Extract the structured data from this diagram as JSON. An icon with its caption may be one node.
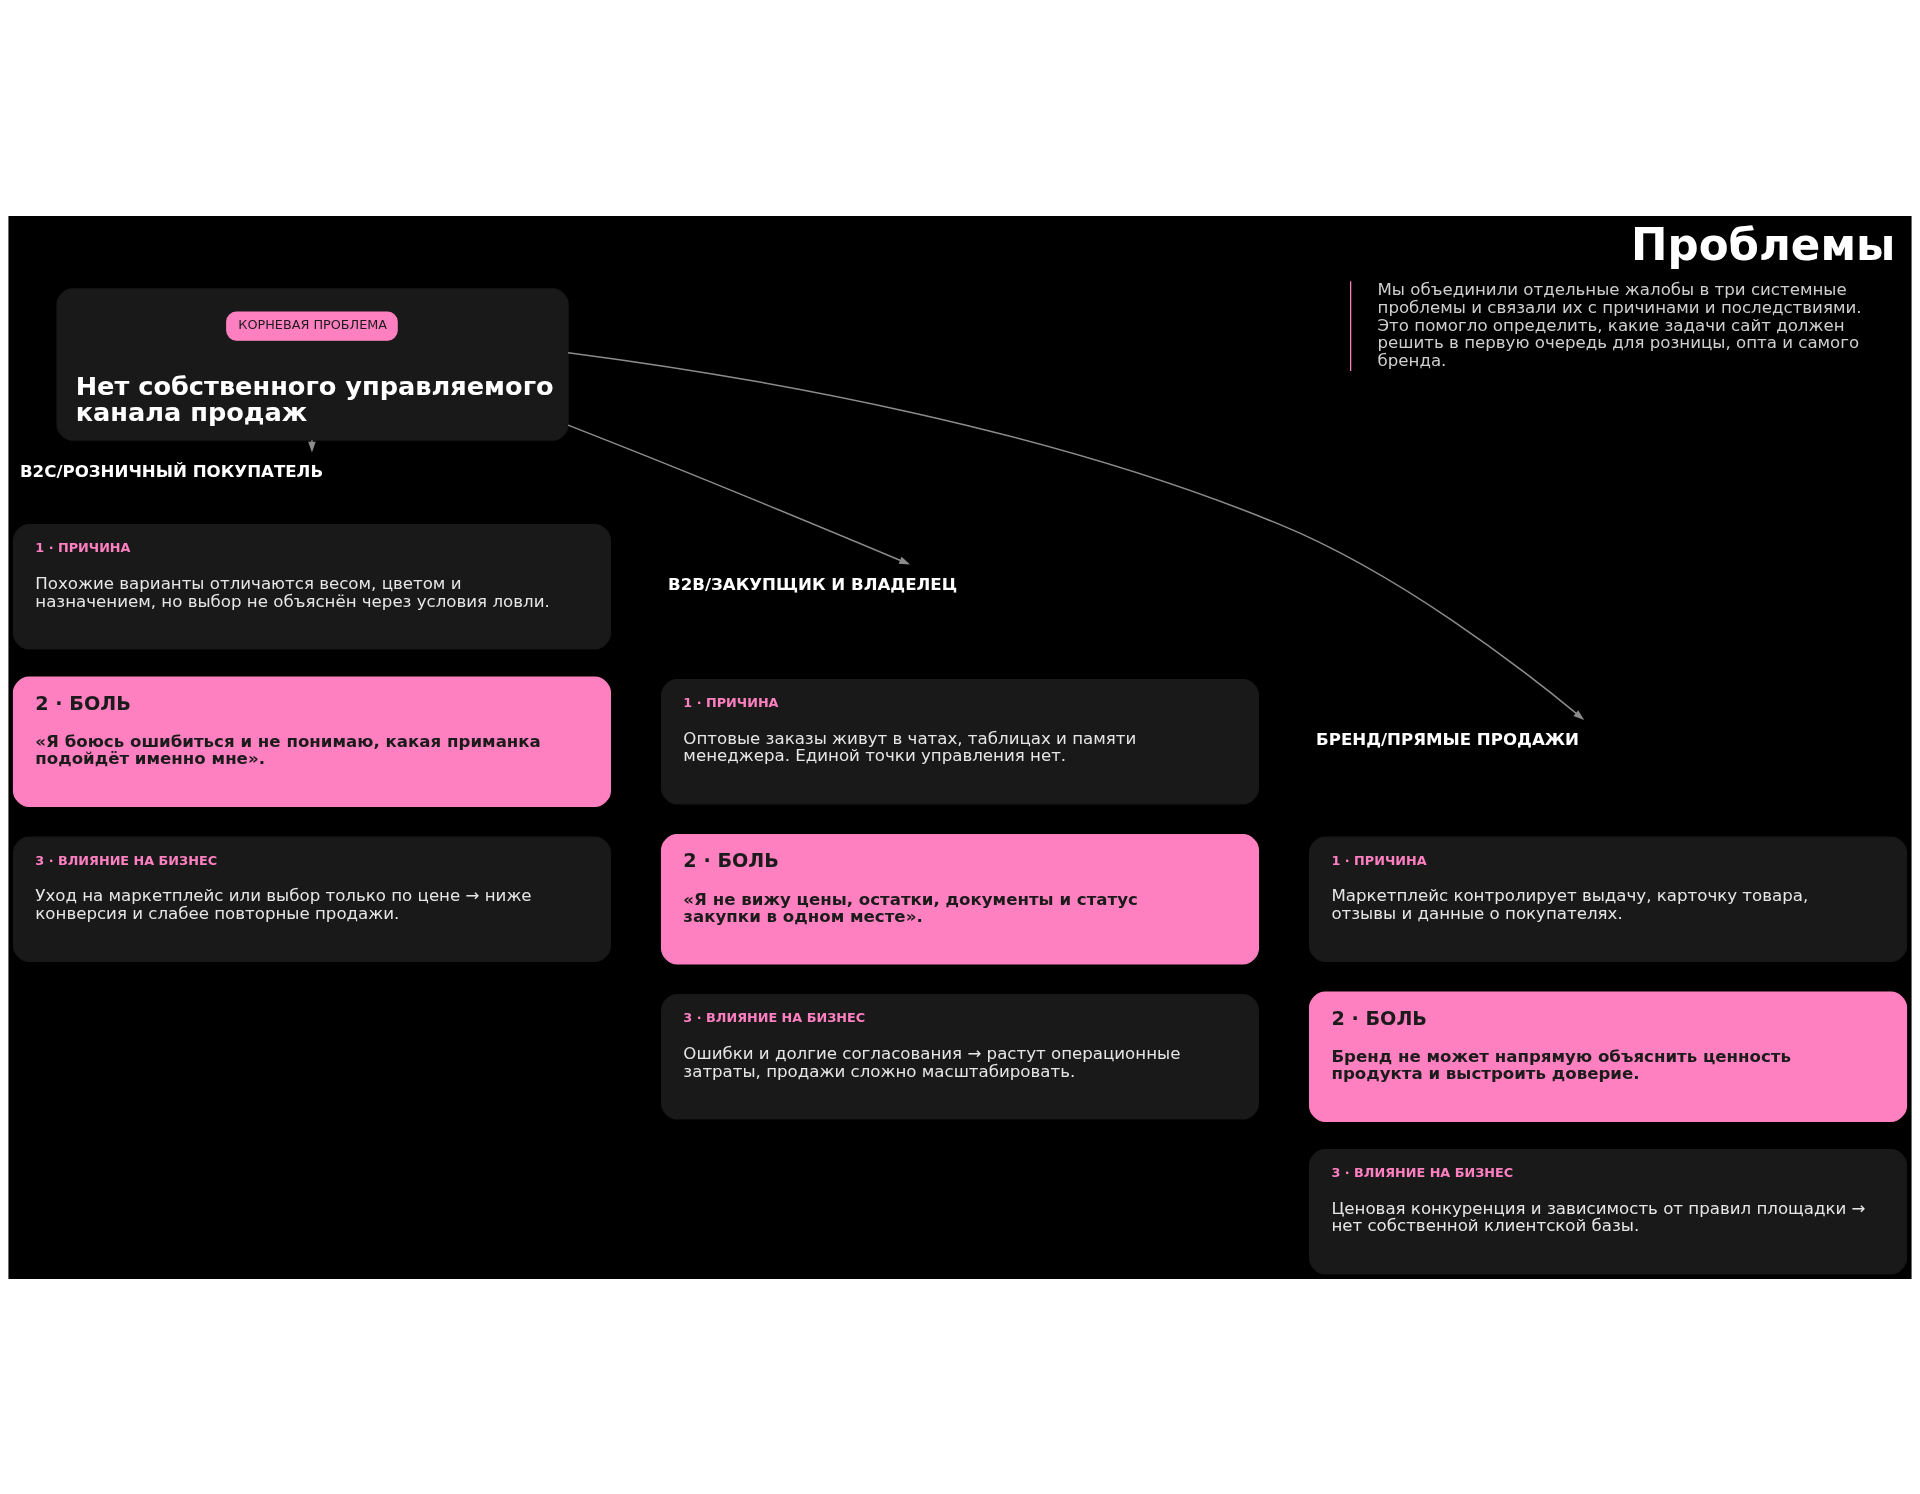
{
  "diagram": {
    "title": "Проблемы",
    "nodes": [
      {
        "text": [
          "Нет собственного управляемого канала продаж"
        ]
      },
      {
        "text": [
          "КОРНЕВАЯ ПРОБЛЕМА"
        ],
        "in": 0
      },
      {
        "text": [
          "B2C/РОЗНИЧНЫЙ ПОКУПАТЕЛЬ"
        ]
      },
      {
        "text": [
          "1 · ПРИЧИНА",
          "Похожие варианты отличаются весом, цветом и назначением, но выбор не объяснён через условия ловли."
        ]
      },
      {
        "text": [
          "2 · БОЛЬ",
          "«Я боюсь ошибиться и не понимаю, какая приманка подойдёт именно мне»."
        ]
      },
      {
        "text": [
          "3 · ВЛИЯНИЕ НА БИЗНЕС",
          "Уход на маркетплейс или выбор только по цене → ниже конверсия и слабее повторные продажи."
        ]
      },
      {
        "text": [
          "B2B/ЗАКУПЩИК И ВЛАДЕЛЕЦ"
        ]
      },
      {
        "text": [
          "1 · ПРИЧИНА",
          "Оптовые заказы живут в чатах, таблицах и памяти менеджера. Единой точки управления нет."
        ]
      },
      {
        "text": [
          "2 · БОЛЬ",
          "«Я не вижу цены, остатки, документы и статус закупки в одном месте»."
        ]
      },
      {
        "text": [
          "3 · ВЛИЯНИЕ НА БИЗНЕС",
          "Ошибки и долгие согласования → растут операционные затраты, продажи сложно масштабировать."
        ]
      },
      {
        "text": [
          "БРЕНД/ПРЯМЫЕ ПРОДАЖИ"
        ]
      },
      {
        "text": [
          "1 · ПРИЧИНА",
          "Маркетплейс контролирует выдачу, карточку товара, отзывы и данные о покупателях."
        ]
      },
      {
        "text": [
          "2 · БОЛЬ",
          "Бренд не может напрямую объяснить ценность продукта и выстроить доверие."
        ]
      },
      {
        "text": [
          "3 · ВЛИЯНИЕ НА БИЗНЕС",
          "Ценовая конкуренция и зависимость от правил площадки → нет собственной клиентской базы."
        ]
      }
    ],
    "edges": [
      {
        "from": 0,
        "to": 2,
        "arrow": "to"
      },
      {
        "from": 0,
        "to": 6,
        "arrow": "to"
      },
      {
        "from": 0,
        "to": 10,
        "arrow": "to"
      }
    ],
    "labels": [
      "Мы объединили отдельные жалобы в три системные проблемы и связали их с причинами и последствиями. Это помогло определить, какие задачи сайт должен решить в первую очередь для розницы, опта и самого бренда."
    ]
  }
}
